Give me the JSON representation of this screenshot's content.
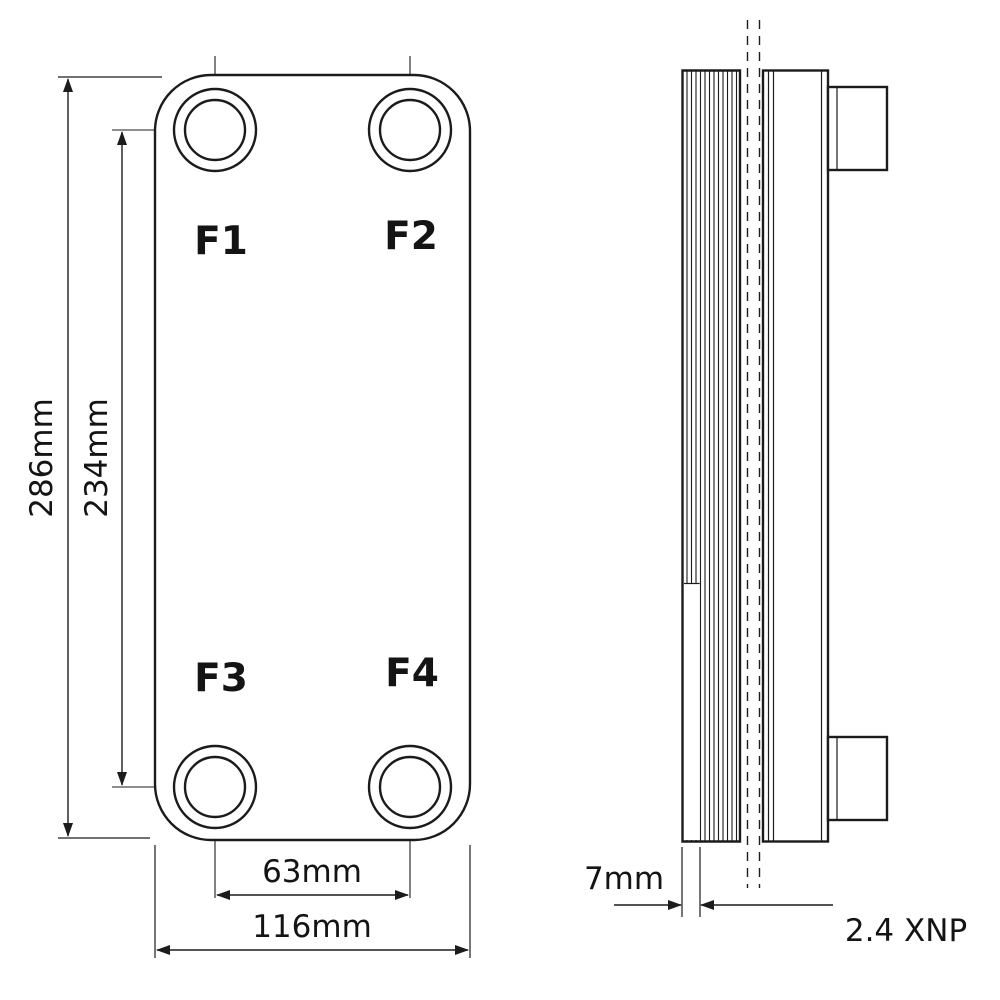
{
  "ports": {
    "f1": "F1",
    "f2": "F2",
    "f3": "F3",
    "f4": "F4"
  },
  "dims": {
    "overall_height": "286mm",
    "port_centers_vertical": "234mm",
    "port_centers_horizontal": "63mm",
    "overall_width": "116mm",
    "end_plate_thickness": "7mm",
    "connection_label": "2.4 XNP"
  },
  "colors": {
    "line": "#1b1b1b",
    "text": "#141414",
    "background": "#ffffff"
  }
}
